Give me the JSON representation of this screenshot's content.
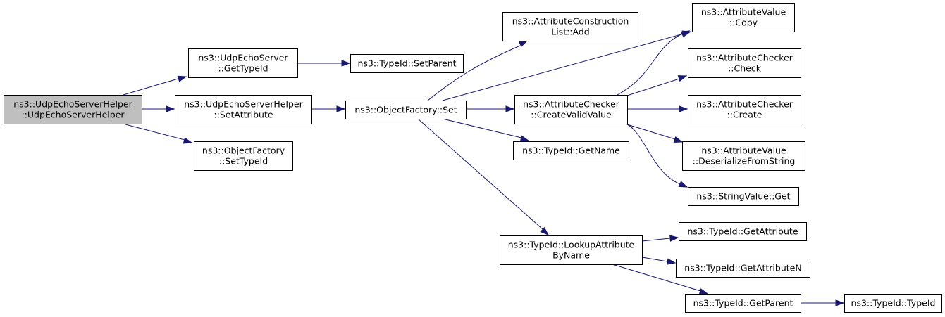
{
  "nodes": [
    {
      "id": "udp_helper_ctor",
      "lines": [
        "ns3::UdpEchoServerHelper",
        "::UdpEchoServerHelper"
      ],
      "highlighted": true
    },
    {
      "id": "udp_server_gettypeid",
      "lines": [
        "ns3::UdpEchoServer",
        "::GetTypeId"
      ]
    },
    {
      "id": "udp_helper_setattribute",
      "lines": [
        "ns3::UdpEchoServerHelper",
        "::SetAttribute"
      ]
    },
    {
      "id": "objectfactory_settypeid",
      "lines": [
        "ns3::ObjectFactory",
        "::SetTypeId"
      ]
    },
    {
      "id": "typeid_setparent",
      "lines": [
        "ns3::TypeId::SetParent"
      ]
    },
    {
      "id": "objectfactory_set",
      "lines": [
        "ns3::ObjectFactory::Set"
      ]
    },
    {
      "id": "attrconstructionlist_add",
      "lines": [
        "ns3::AttributeConstruction",
        "List::Add"
      ]
    },
    {
      "id": "attrchecker_createvalidvalue",
      "lines": [
        "ns3::AttributeChecker",
        "::CreateValidValue"
      ]
    },
    {
      "id": "typeid_getname",
      "lines": [
        "ns3::TypeId::GetName"
      ]
    },
    {
      "id": "typeid_lookupattributebyname",
      "lines": [
        "ns3::TypeId::LookupAttribute",
        "ByName"
      ]
    },
    {
      "id": "attrvalue_copy",
      "lines": [
        "ns3::AttributeValue",
        "::Copy"
      ]
    },
    {
      "id": "attrchecker_check",
      "lines": [
        "ns3::AttributeChecker",
        "::Check"
      ]
    },
    {
      "id": "attrchecker_create",
      "lines": [
        "ns3::AttributeChecker",
        "::Create"
      ]
    },
    {
      "id": "attrvalue_deserializefromstring",
      "lines": [
        "ns3::AttributeValue",
        "::DeserializeFromString"
      ]
    },
    {
      "id": "stringvalue_get",
      "lines": [
        "ns3::StringValue::Get"
      ]
    },
    {
      "id": "typeid_getattribute",
      "lines": [
        "ns3::TypeId::GetAttribute"
      ]
    },
    {
      "id": "typeid_getattributen",
      "lines": [
        "ns3::TypeId::GetAttributeN"
      ]
    },
    {
      "id": "typeid_getparent",
      "lines": [
        "ns3::TypeId::GetParent"
      ]
    },
    {
      "id": "typeid_typeid",
      "lines": [
        "ns3::TypeId::TypeId"
      ]
    }
  ],
  "edges": [
    {
      "from": "udp_helper_ctor",
      "to": "udp_server_gettypeid"
    },
    {
      "from": "udp_helper_ctor",
      "to": "udp_helper_setattribute"
    },
    {
      "from": "udp_helper_ctor",
      "to": "objectfactory_settypeid"
    },
    {
      "from": "udp_server_gettypeid",
      "to": "typeid_setparent"
    },
    {
      "from": "udp_helper_setattribute",
      "to": "objectfactory_set"
    },
    {
      "from": "objectfactory_set",
      "to": "attrconstructionlist_add"
    },
    {
      "from": "objectfactory_set",
      "to": "attrvalue_copy"
    },
    {
      "from": "objectfactory_set",
      "to": "attrchecker_createvalidvalue"
    },
    {
      "from": "objectfactory_set",
      "to": "typeid_getname"
    },
    {
      "from": "objectfactory_set",
      "to": "typeid_lookupattributebyname"
    },
    {
      "from": "attrchecker_createvalidvalue",
      "to": "attrvalue_copy"
    },
    {
      "from": "attrchecker_createvalidvalue",
      "to": "attrchecker_check"
    },
    {
      "from": "attrchecker_createvalidvalue",
      "to": "attrchecker_create"
    },
    {
      "from": "attrchecker_createvalidvalue",
      "to": "attrvalue_deserializefromstring"
    },
    {
      "from": "attrchecker_createvalidvalue",
      "to": "stringvalue_get"
    },
    {
      "from": "typeid_lookupattributebyname",
      "to": "typeid_getattribute"
    },
    {
      "from": "typeid_lookupattributebyname",
      "to": "typeid_getattributen"
    },
    {
      "from": "typeid_lookupattributebyname",
      "to": "typeid_getparent"
    },
    {
      "from": "typeid_getparent",
      "to": "typeid_typeid"
    }
  ],
  "colors": {
    "edge": "#191970",
    "highlighted_fill": "#bfbfbf",
    "node_fill": "#ffffff",
    "border": "#000000"
  }
}
